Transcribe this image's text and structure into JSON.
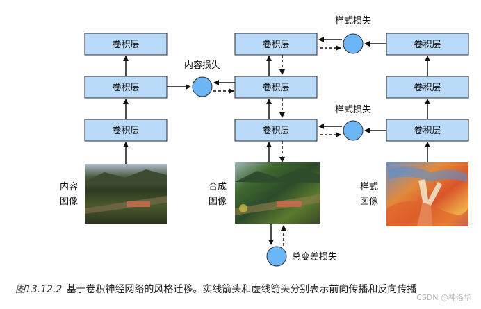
{
  "layers": {
    "conv": "卷积层"
  },
  "losses": {
    "content": "内容损失",
    "style_top": "样式损失",
    "style_bottom": "样式损失",
    "total_variation": "总变差损失"
  },
  "images": {
    "content_label_1": "内容",
    "content_label_2": "图像",
    "synth_label_1": "合成",
    "synth_label_2": "图像",
    "style_label_1": "样式",
    "style_label_2": "图像"
  },
  "caption": {
    "number": "图13.12.2",
    "text": "基于卷积神经网络的风格迁移。实线箭头和虚线箭头分别表示前向传播和反向传播"
  },
  "watermark": "CSDN @神洛华",
  "colors": {
    "layer_fill": "#b9daf8",
    "loss_fill": "#6cb6f5"
  }
}
